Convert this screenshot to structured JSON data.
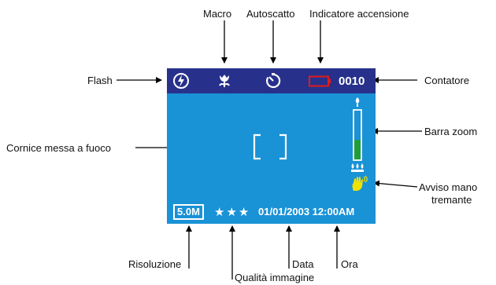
{
  "labels": {
    "macro": "Macro",
    "autoscatto": "Autoscatto",
    "indicatore": "Indicatore accensione",
    "flash": "Flash",
    "contatore": "Contatore",
    "barra_zoom": "Barra zoom",
    "cornice": "Cornice messa a fuoco",
    "avviso_1": "Avviso mano",
    "avviso_2": "tremante",
    "risoluzione": "Risoluzione",
    "qualita": "Qualità immagine",
    "data": "Data",
    "ora": "Ora"
  },
  "screen": {
    "counter": "0010",
    "resolution": "5.0M",
    "quality_stars": "★★★",
    "date_time": "01/01/2003 12:00AM",
    "zoom_level": 0.4
  },
  "icons": [
    "flash-off-icon",
    "macro-flower-icon",
    "self-timer-icon",
    "battery-icon",
    "zoom-tele-icon",
    "zoom-wide-icon",
    "shaking-hand-icon"
  ],
  "colors": {
    "screen_bg": "#1a92d6",
    "top_bar": "#27318b",
    "battery": "#e21b1b",
    "zoom_fill": "#1e9e3a",
    "hand": "#f2e200"
  }
}
